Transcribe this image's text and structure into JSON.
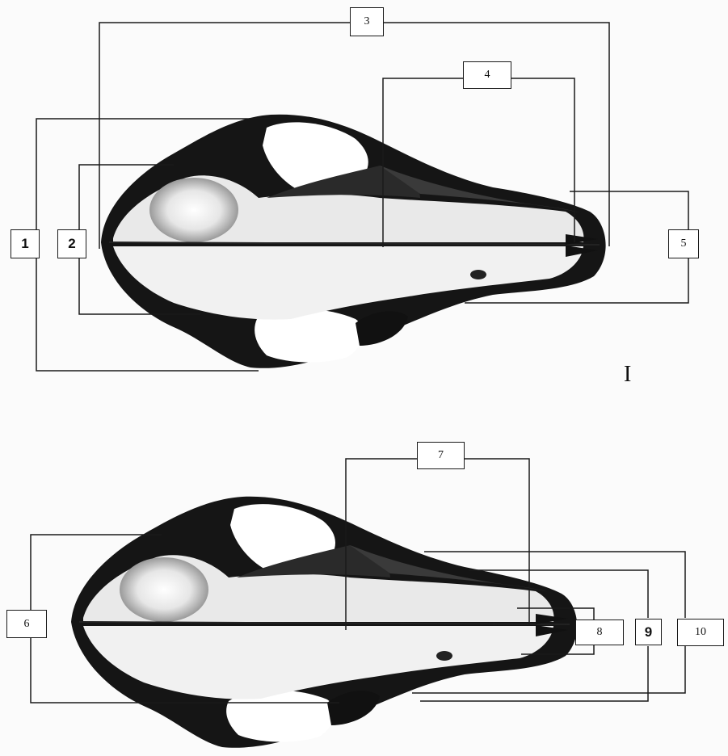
{
  "figure": {
    "panel_marker": "I",
    "top_skull": {
      "labels": [
        "1",
        "2",
        "3",
        "4",
        "5"
      ]
    },
    "bottom_skull": {
      "labels": [
        "6",
        "7",
        "8",
        "9",
        "10"
      ]
    }
  },
  "colors": {
    "line": "#1a1a1a",
    "bone_light": "#ececec",
    "bone_shadow": "#141414",
    "background": "#fbfbfb"
  }
}
